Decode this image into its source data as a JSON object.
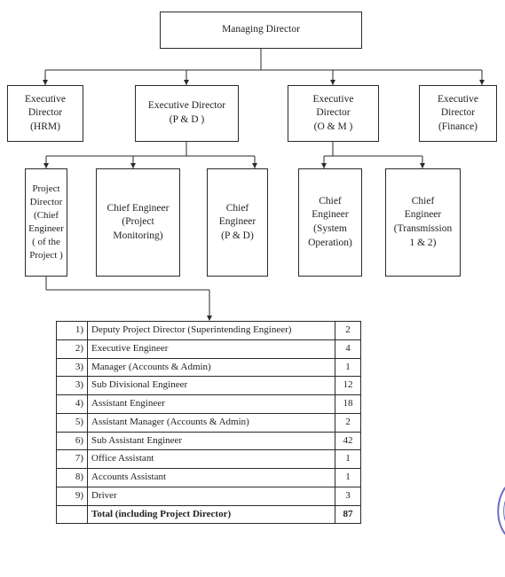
{
  "org": {
    "managing_director": "Managing Director",
    "executives": [
      {
        "label": "Executive Director\n(HRM)"
      },
      {
        "label": "Executive Director\n(P & D )"
      },
      {
        "label": "Executive\nDirector\n(O & M )"
      },
      {
        "label": "Executive\nDirector\n(Finance)"
      }
    ],
    "pd_units": [
      {
        "label": "Project\nDirector\n(Chief\nEngineer\n( of the\nProject )"
      },
      {
        "label": "Chief Engineer\n(Project\nMonitoring)"
      },
      {
        "label": "Chief\nEngineer\n(P & D)"
      }
    ],
    "om_units": [
      {
        "label": "Chief\nEngineer\n(System\nOperation)"
      },
      {
        "label": "Chief\nEngineer\n(Transmission\n1 & 2)"
      }
    ]
  },
  "staff_table": {
    "rows": [
      {
        "num": "1)",
        "position": "Deputy Project Director (Superintending Engineer)",
        "count": "2"
      },
      {
        "num": "2)",
        "position": "Executive Engineer",
        "count": "4"
      },
      {
        "num": "3)",
        "position": "Manager (Accounts & Admin)",
        "count": "1"
      },
      {
        "num": "3)",
        "position": "Sub Divisional Engineer",
        "count": "12"
      },
      {
        "num": "4)",
        "position": "Assistant Engineer",
        "count": "18"
      },
      {
        "num": "5)",
        "position": "Assistant Manager (Accounts & Admin)",
        "count": "2"
      },
      {
        "num": "6)",
        "position": "Sub Assistant Engineer",
        "count": "42"
      },
      {
        "num": "7)",
        "position": "Office Assistant",
        "count": "1"
      },
      {
        "num": "8)",
        "position": "Accounts Assistant",
        "count": "1"
      },
      {
        "num": "9)",
        "position": "Driver",
        "count": "3"
      }
    ],
    "total": {
      "num": "",
      "position": "Total (including Project Director)",
      "count": "87"
    }
  },
  "colors": {
    "line": "#2a2a2a",
    "stamp": "#6b6fc4"
  }
}
